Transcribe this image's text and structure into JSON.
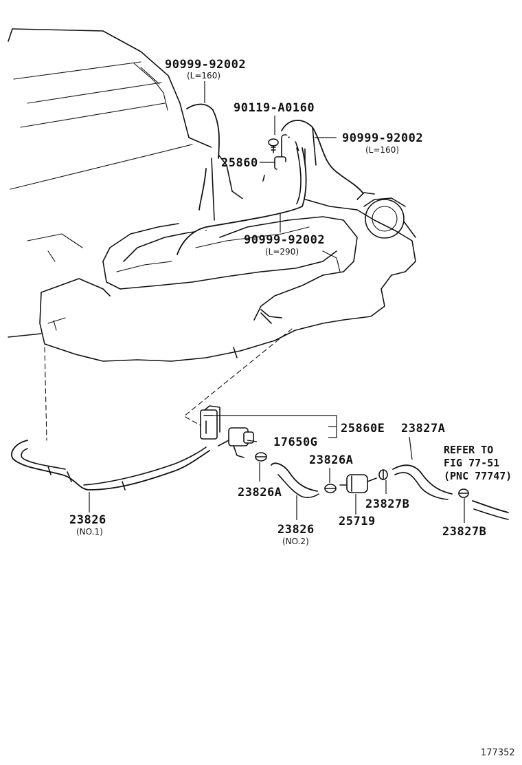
{
  "labels": {
    "p1": "90999-92002",
    "p1_len": "(L=160)",
    "p2": "90119-A0160",
    "p3": "90999-92002",
    "p3_len": "(L=160)",
    "p4": "25860",
    "p5": "90999-92002",
    "p5_len": "(L=290)",
    "p6": "25860E",
    "p7": "23827A",
    "p8": "17650G",
    "p9": "23826A",
    "p10": "23826A",
    "p11": "25719",
    "p12": "23827B",
    "p13": "23827B",
    "p14": "23826",
    "p14_sub": "(NO.1)",
    "p15": "23826",
    "p15_sub": "(NO.2)"
  },
  "reference": {
    "line1": "REFER TO",
    "line2": "FIG 77-51",
    "line3": "(PNC 77747)"
  },
  "figure_code": "177352"
}
